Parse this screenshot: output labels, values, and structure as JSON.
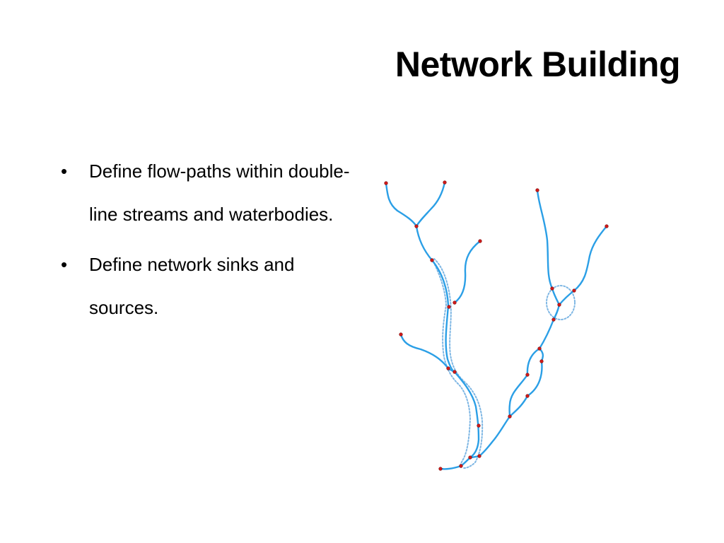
{
  "slide": {
    "title": "Network Building",
    "bullets": [
      {
        "marker": "•",
        "text": "Define flow-paths within double-line streams and waterbodies."
      },
      {
        "marker": "•",
        "text": "Define network sinks and sources."
      }
    ]
  },
  "colors": {
    "stream": "#2b9fe6",
    "bank": "#7fb7e4",
    "node": "#d01a1a"
  }
}
